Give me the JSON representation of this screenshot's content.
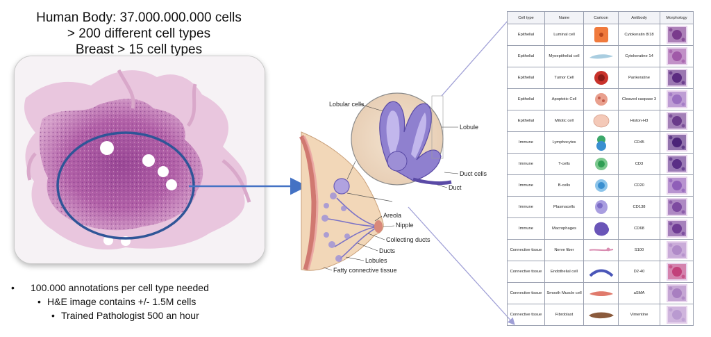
{
  "title": {
    "line1": "Human Body: 37.000.000.000 cells",
    "line2": "> 200 different cell types",
    "line3": "Breast > 15 cell types"
  },
  "bullets": [
    "100.000 annotations per cell type needed",
    "H&E image contains +/- 1.5M cells",
    "Trained Pathologist 500 an hour"
  ],
  "anatomy_labels": {
    "lobular_cells": "Lobular cells",
    "lobule": "Lobule",
    "duct_cells": "Duct cells",
    "duct": "Duct",
    "areola": "Areola",
    "nipple": "Nipple",
    "collecting_ducts": "Collecting ducts",
    "ducts": "Ducts",
    "lobules": "Lobules",
    "fatty_connective_tissue": "Fatty connective tissue"
  },
  "table": {
    "headers": [
      "Cell type",
      "Name",
      "Cartoon",
      "Antibody",
      "Morphology"
    ],
    "rows": [
      {
        "type": "Epithelial",
        "name": "Luminal cell",
        "antibody": "Cytokeratin 8/18",
        "cartoon": "luminal-cell-cartoon",
        "color": "#f07a3c"
      },
      {
        "type": "Epithelial",
        "name": "Myoepithelial cell",
        "antibody": "Cytokeratine 14",
        "cartoon": "myoepithelial-cell-cartoon",
        "color": "#a9cde0"
      },
      {
        "type": "Epithelial",
        "name": "Tumor Cell",
        "antibody": "Pankeratine",
        "cartoon": "tumor-cell-cartoon",
        "color": "#c9322b"
      },
      {
        "type": "Epithelial",
        "name": "Apoptotic Cell",
        "antibody": "Cleaved caspase 3",
        "cartoon": "apoptotic-cell-cartoon",
        "color": "#e9a08e"
      },
      {
        "type": "Epithelial",
        "name": "Mitotic cell",
        "antibody": "Histon-H3",
        "cartoon": "mitotic-cell-cartoon",
        "color": "#f4c9b8"
      },
      {
        "type": "Immune",
        "name": "Lymphocytes",
        "antibody": "CD45",
        "cartoon": "lymphocytes-cartoon",
        "color": "#3ba86a"
      },
      {
        "type": "Immune",
        "name": "T-cells",
        "antibody": "CD3",
        "cartoon": "t-cells-cartoon",
        "color": "#2f9e54"
      },
      {
        "type": "Immune",
        "name": "B-cells",
        "antibody": "CD20",
        "cartoon": "b-cells-cartoon",
        "color": "#3a8fd0"
      },
      {
        "type": "Immune",
        "name": "Plasmacells",
        "antibody": "CD138",
        "cartoon": "plasmacells-cartoon",
        "color": "#7b6bc6"
      },
      {
        "type": "Immune",
        "name": "Macrophages",
        "antibody": "CD68",
        "cartoon": "macrophages-cartoon",
        "color": "#6a55b8"
      },
      {
        "type": "Connective tissue",
        "name": "Nerve fiber",
        "antibody": "S100",
        "cartoon": "nerve-fiber-cartoon",
        "color": "#d98bb0"
      },
      {
        "type": "Connective tissue",
        "name": "Endothelial cell",
        "antibody": "D2-40",
        "cartoon": "endothelial-cell-cartoon",
        "color": "#4a56b8"
      },
      {
        "type": "Connective tissue",
        "name": "Smooth Muscle cell",
        "antibody": "aSMA",
        "cartoon": "smooth-muscle-cell-cartoon",
        "color": "#e07a6c"
      },
      {
        "type": "Connective tissue",
        "name": "Fibroblast",
        "antibody": "Vimentine",
        "cartoon": "fibroblast-cartoon",
        "color": "#8a5a3c"
      }
    ]
  },
  "colors": {
    "ellipse": "#2f5597",
    "arrow": "#4472c4",
    "connector": "#9f9fd6",
    "tissue_dark": "#a64a90",
    "tissue_light": "#e6b6d8",
    "morph_purple": "#8c3f9c"
  }
}
